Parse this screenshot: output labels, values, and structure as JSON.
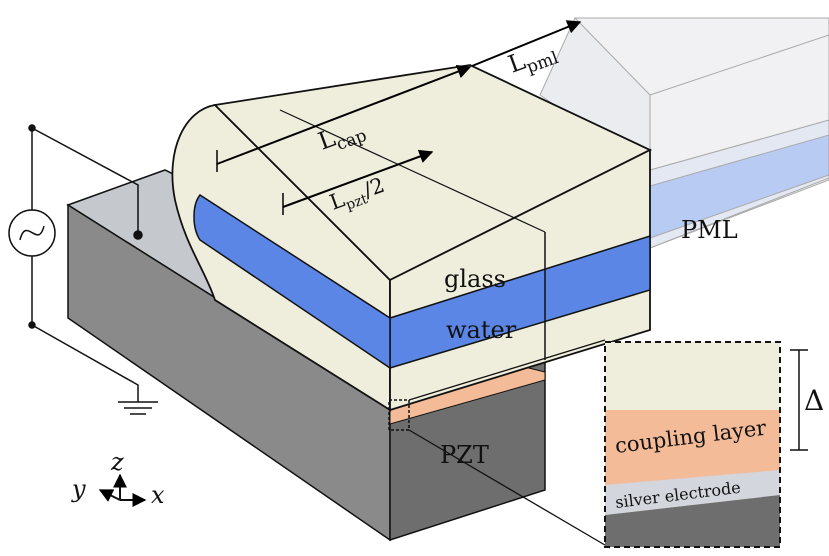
{
  "labels": {
    "glass": "glass",
    "water": "water",
    "pml": "PML",
    "pzt": "PZT",
    "coupling": "coupling layer",
    "electrode": "silver electrode",
    "delta": "Δ",
    "l_cap": "L",
    "l_cap_sub": "cap",
    "l_pzt": "L",
    "l_pzt_sub": "pzt",
    "l_pzt_suffix": "/2",
    "l_pml": "L",
    "l_pml_sub": "pml"
  },
  "axes": {
    "x": "x",
    "y": "y",
    "z": "z"
  },
  "colors": {
    "glass": "#efeedd",
    "water": "#5b86e5",
    "pzt_front": "#8a8a8a",
    "pzt_top": "#c5c8cc",
    "pzt_side": "#6e6e6e",
    "coupling": "#f4bb98",
    "electrode": "#d3d6dc",
    "pml": "#c6ccd8"
  },
  "icons": [
    "ac-source-icon",
    "ground-icon",
    "axis-triad-icon",
    "zoom-box-icon"
  ]
}
